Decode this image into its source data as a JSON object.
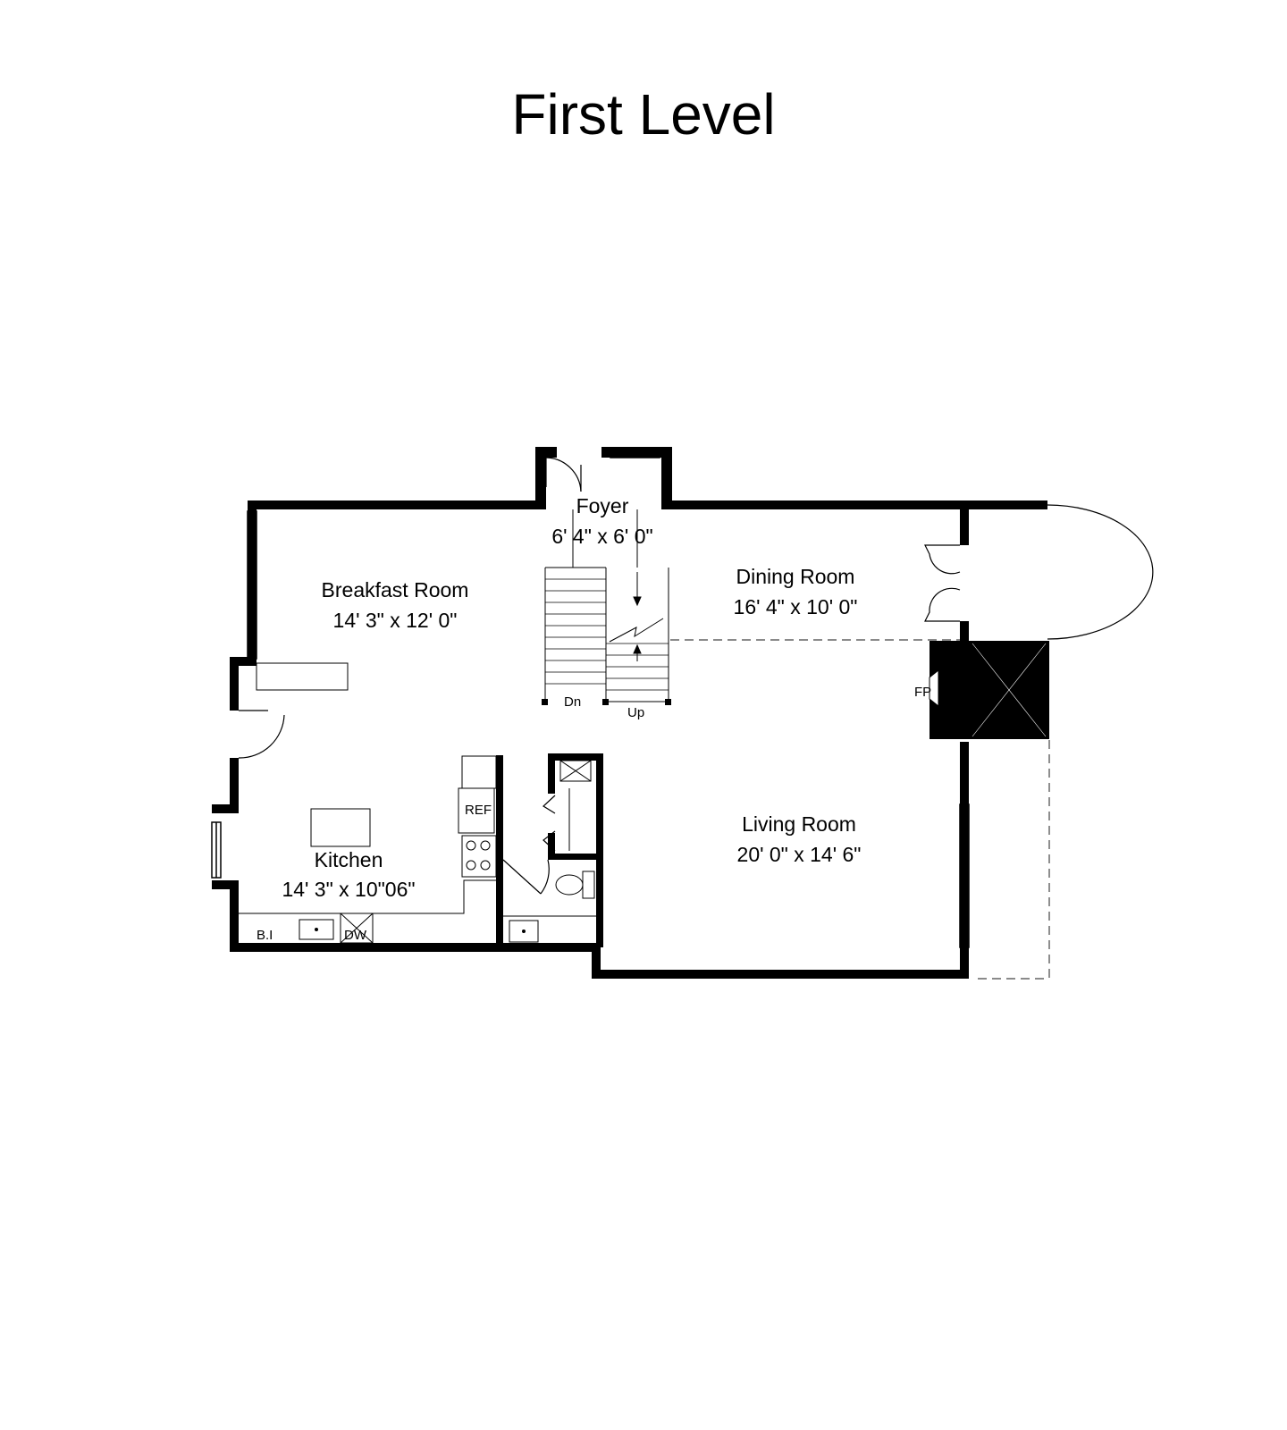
{
  "title": "First Level",
  "rooms": {
    "foyer": {
      "name": "Foyer",
      "size": "6' 4\" x 6' 0\""
    },
    "breakfast": {
      "name": "Breakfast Room",
      "size": "14' 3\" x 12' 0\""
    },
    "dining": {
      "name": "Dining Room",
      "size": "16' 4\" x 10' 0\""
    },
    "kitchen": {
      "name": "Kitchen",
      "size": "14' 3\" x 10\"06\""
    },
    "living": {
      "name": "Living Room",
      "size": "20' 0\" x 14' 6\""
    }
  },
  "labels": {
    "stairs_down": "Dn",
    "stairs_up": "Up",
    "refrigerator": "REF",
    "fireplace": "FP",
    "built_in": "B.I",
    "dishwasher": "DW"
  }
}
